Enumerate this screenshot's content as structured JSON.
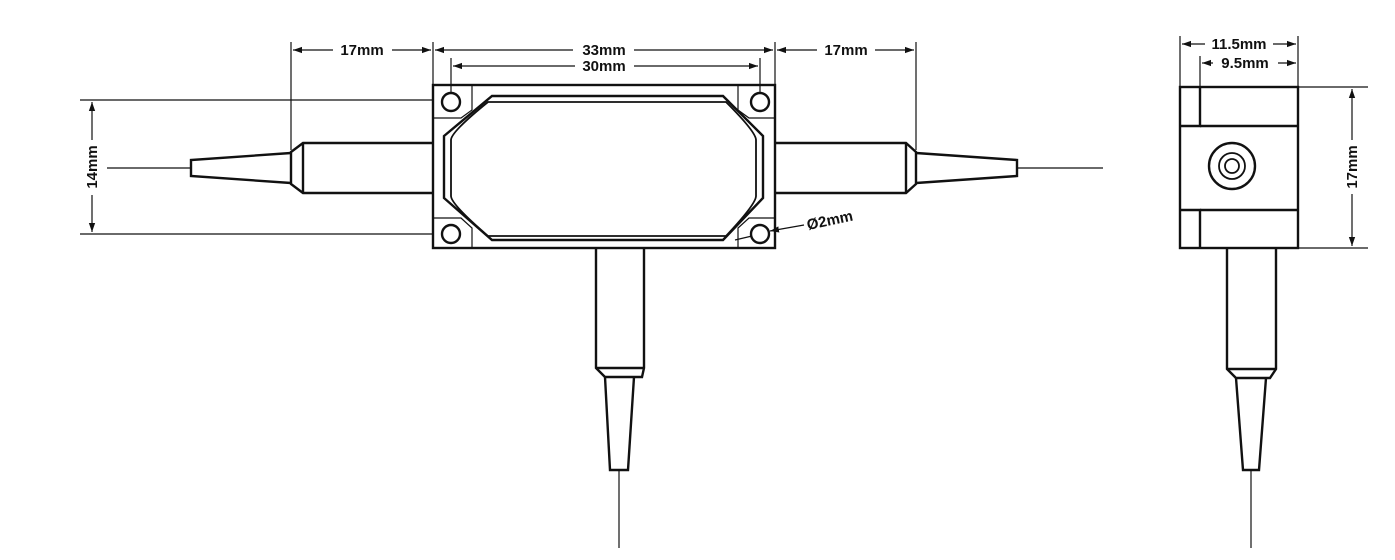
{
  "dimensions": {
    "left_lead_length": "17mm",
    "housing_length": "33mm",
    "hole_spacing": "30mm",
    "right_lead_length": "17mm",
    "housing_width": "14mm",
    "hole_diameter": "Ø2mm",
    "side_width": "11.5mm",
    "side_inner_width": "9.5mm",
    "side_height": "17mm"
  },
  "colors": {
    "line": "#111111",
    "background": "#ffffff"
  }
}
